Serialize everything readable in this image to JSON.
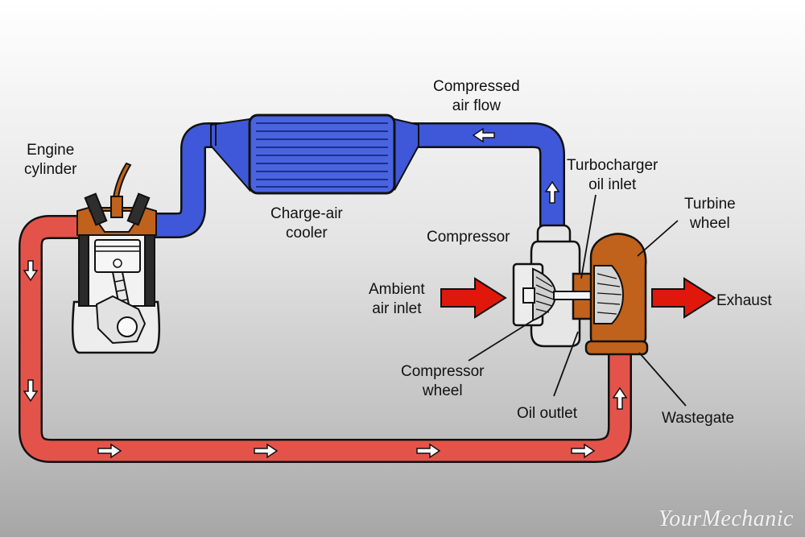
{
  "labels": {
    "engine_cylinder": [
      "Engine",
      "cylinder"
    ],
    "charge_air_cooler": [
      "Charge-air",
      "cooler"
    ],
    "compressed_air_flow": [
      "Compressed",
      "air flow"
    ],
    "turbocharger_oil_inlet": [
      "Turbocharger",
      "oil inlet"
    ],
    "turbine_wheel": [
      "Turbine",
      "wheel"
    ],
    "compressor": "Compressor",
    "ambient_air_inlet": [
      "Ambient",
      "air inlet"
    ],
    "exhaust": "Exhaust",
    "compressor_wheel": [
      "Compressor",
      "wheel"
    ],
    "oil_outlet": "Oil outlet",
    "wastegate": "Wastegate"
  },
  "watermark": "YourMechanic",
  "colors": {
    "intake_pipe": "#3f58d9",
    "exhaust_pipe": "#e4534a",
    "turbine_housing": "#c0621b",
    "inlet_arrow": "#e0180c",
    "compressor_housing": "#e6e6e6",
    "outline": "#111111"
  },
  "icons": {
    "flow_arrow": "white-arrow-icon",
    "inlet_arrow": "red-arrow-icon"
  }
}
